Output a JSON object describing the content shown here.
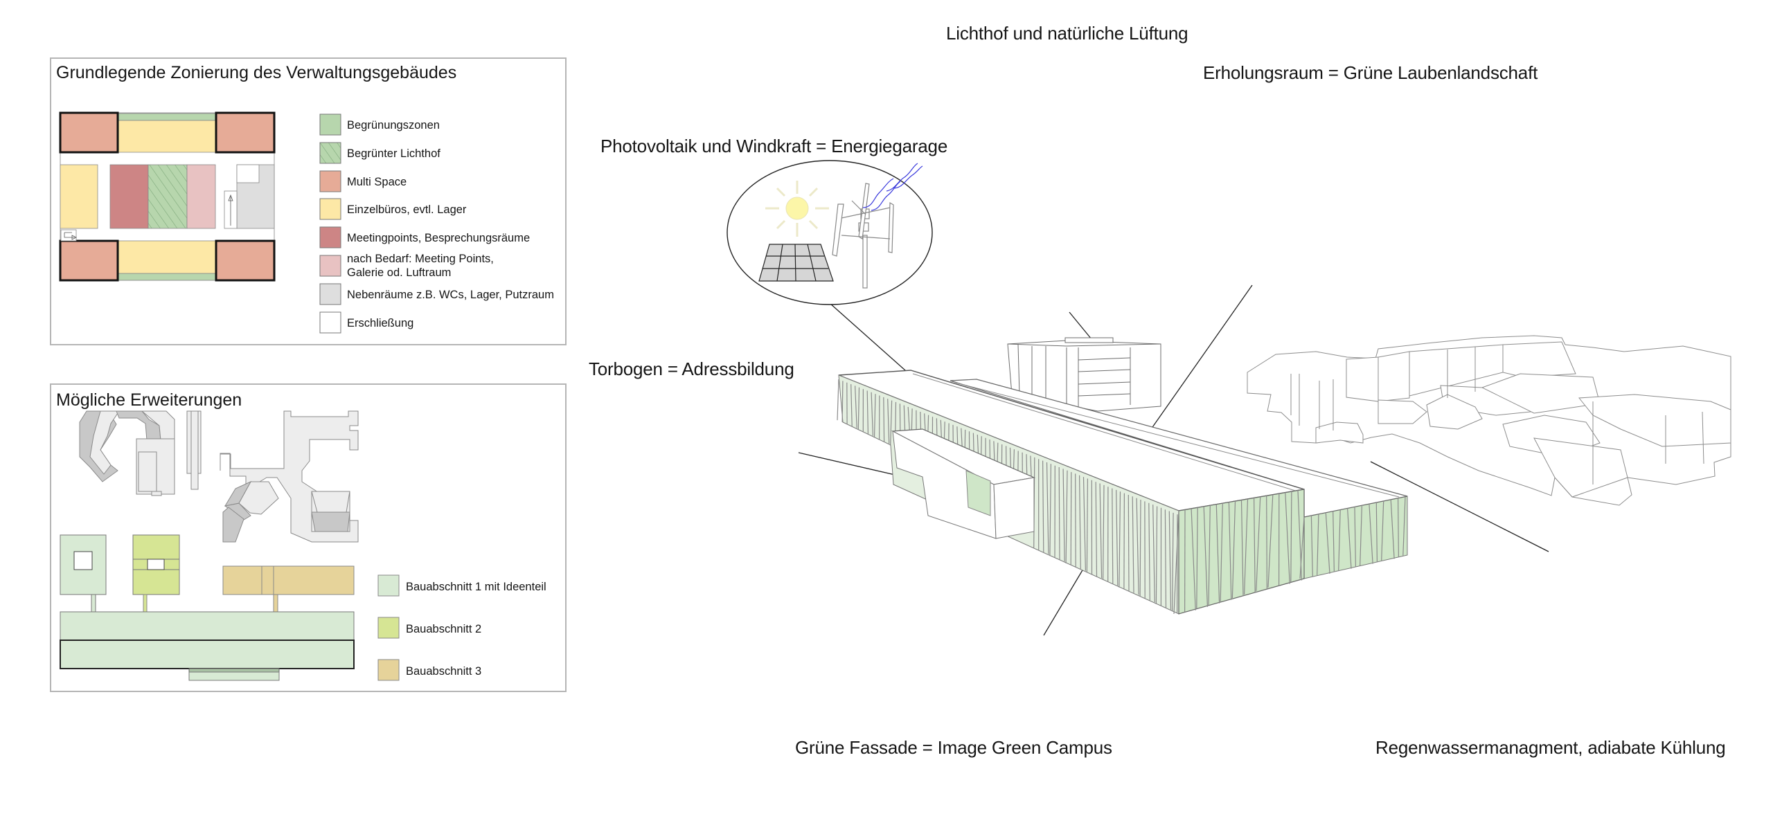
{
  "panels": {
    "zoning": {
      "title": "Grundlegende Zonierung des Verwaltungsgebäudes",
      "legend": [
        {
          "label": "Begrünungszonen",
          "color": "#b7d6ad",
          "pattern": "solid"
        },
        {
          "label": "Begrünter Lichthof",
          "color": "#b7d6ad",
          "pattern": "hatched"
        },
        {
          "label": "Multi Space",
          "color": "#e6ab97",
          "pattern": "solid"
        },
        {
          "label": "Einzelbüros, evtl. Lager",
          "color": "#fde8a6",
          "pattern": "solid"
        },
        {
          "label": "Meetingpoints, Besprechungsräume",
          "color": "#cd8585",
          "pattern": "solid"
        },
        {
          "label_lines": [
            "nach Bedarf: Meeting Points,",
            "Galerie od. Luftraum"
          ],
          "color": "#e8c2c2",
          "pattern": "solid"
        },
        {
          "label": "Nebenräume z.B. WCs, Lager, Putzraum",
          "color": "#dedede",
          "pattern": "solid"
        },
        {
          "label": "Erschließung",
          "color": "#ffffff",
          "pattern": "solid"
        }
      ]
    },
    "extensions": {
      "title": "Mögliche Erweiterungen",
      "legend": [
        {
          "label": "Bauabschnitt 1 mit Ideenteil",
          "color": "#d8ead4"
        },
        {
          "label": "Bauabschnitt 2",
          "color": "#d6e594"
        },
        {
          "label": "Bauabschnitt 3",
          "color": "#e6d39a"
        }
      ],
      "context_color": "#ededed",
      "context_shade": "#c8c8c8"
    }
  },
  "callouts": {
    "pv": {
      "title": "Photovoltaik und Windkraft = Energiegarage"
    },
    "lichthof": {
      "title": "Lichthof und natürliche Lüftung"
    },
    "erholung": {
      "title": "Erholungsraum = Grüne Laubenlandschaft"
    },
    "torbogen": {
      "title": "Torbogen = Adressbildung"
    },
    "fassade": {
      "title": "Grüne Fassade = Image Green Campus"
    },
    "regen": {
      "title": "Regenwassermanagment, adiabate Kühlung"
    }
  },
  "colors": {
    "green_facade": "#cfe6c8",
    "ground_green": "#7e9a78",
    "timber": "#dcc99a",
    "sun": "#fcf6a8",
    "wind": "#3a3adc",
    "water": "#b8cef8",
    "cloud": "#bdbdbd"
  },
  "icons": [
    "sun-icon",
    "solar-panel-icon",
    "wind-turbine-icon",
    "wind-swirl-icon",
    "cloud-rain-icon",
    "person-icon",
    "arrow-icon",
    "gate-icon"
  ]
}
